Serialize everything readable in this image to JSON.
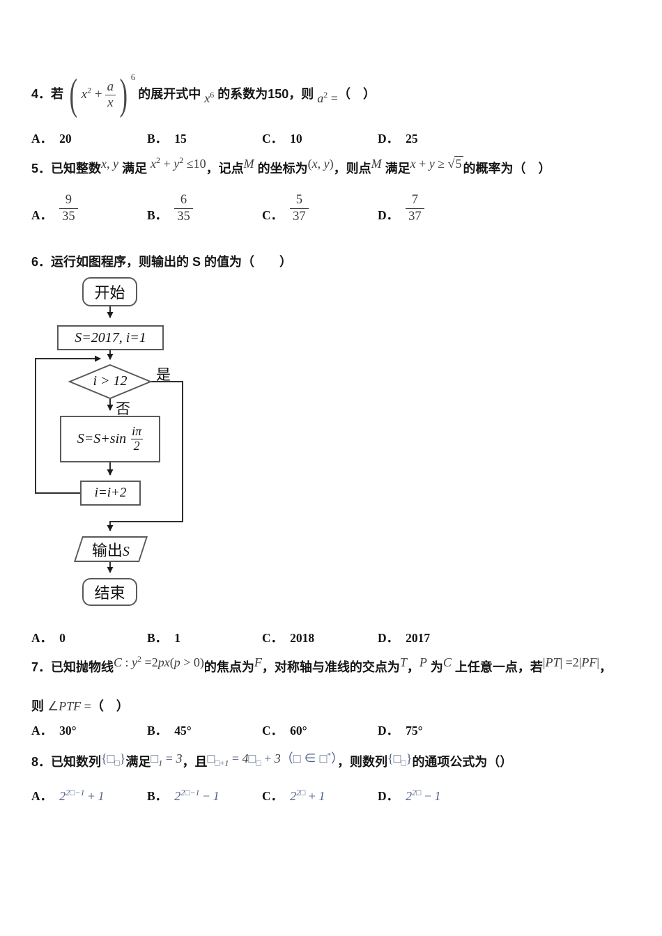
{
  "q4": {
    "stem_pre": "4．若",
    "formula": {
      "open": "(",
      "close": ")",
      "term_html": "<i>x</i><sup>2</sup> +",
      "frac_num": "a",
      "frac_den": "x",
      "exp": "6"
    },
    "stem_mid_html": "的展开式中 <span class='ml'><i>x</i><sup>6</sup></span> 的系数为150，则 <span class='ml'><i>a</i><sup>2</sup> =</span>（　）",
    "options": [
      {
        "label": "A．",
        "value": "20"
      },
      {
        "label": "B．",
        "value": "15"
      },
      {
        "label": "C．",
        "value": "10"
      },
      {
        "label": "D．",
        "value": "25"
      }
    ]
  },
  "q5": {
    "stem_html": "5．已知整数<span class='mr'><i>x</i>, <i>y</i></span> 满足 <span class='mr'><i>x</i><sup>2</sup> + <i>y</i><sup>2</sup> ≤10</span>，记点<span class='mr'><i>M</i></span> 的坐标为<span class='mr'>(<i>x</i>, <i>y</i>)</span>，则点<span class='mr'><i>M</i></span> 满足<span class='mr'><i>x</i> + <i>y</i> ≥ √<span class='rad'>5</span></span>的概率为（　）",
    "options": [
      {
        "label": "A．",
        "num": "9",
        "den": "35"
      },
      {
        "label": "B．",
        "num": "6",
        "den": "35"
      },
      {
        "label": "C．",
        "num": "5",
        "den": "37"
      },
      {
        "label": "D．",
        "num": "7",
        "den": "37"
      }
    ]
  },
  "q6": {
    "stem": "6．运行如图程序，则输出的 S 的值为（　　）",
    "options": [
      {
        "label": "A．",
        "value": "0"
      },
      {
        "label": "B．",
        "value": "1"
      },
      {
        "label": "C．",
        "value": "2018"
      },
      {
        "label": "D．",
        "value": "2017"
      }
    ]
  },
  "flowchart": {
    "start": "开始",
    "init_html": "<i>S</i>=2017, <i>i</i>=1",
    "cond_html": "<i>i</i> &gt; 12",
    "yes": "是",
    "no": "否",
    "body_pre_html": "<i>S</i>=<i>S</i>+<i>sin</i>",
    "body_frac_num_html": "<i>i</i>π",
    "body_frac_den": "2",
    "incr_html": "<i>i</i>=<i>i</i>+2",
    "output_html": "输出<i>S</i>",
    "end": "结束"
  },
  "q7": {
    "stem1_html": "7．已知抛物线<span class='mr'><i>C</i> : <i>y</i><sup>2</sup> =2<i>px</i>(<i>p</i> &gt; 0)</span>的焦点为<span class='mr'><i>F</i></span>，对称轴与准线的交点为<span class='mr'><i>T</i></span>，<span class='mr'><i>P</i></span> 为<span class='mr'><i>C</i></span> 上任意一点，若<span class='mr'>|<i>PT</i>| =2|<i>PF</i>|</span>，",
    "stem2_html": "则 <span class='mr' style='top:0'>∠<i>PTF</i> =</span>（　）",
    "options": [
      {
        "label": "A．",
        "value": "30°"
      },
      {
        "label": "B．",
        "value": "45°"
      },
      {
        "label": "C．",
        "value": "60°"
      },
      {
        "label": "D．",
        "value": "75°"
      }
    ]
  },
  "q8": {
    "stem_html": "8．已知数列<span class='mb'>{□<sub>□</sub>}</span>满足<span class='mb'>□<sub><i>1</i></sub> = <i>3</i></span>，且<span class='mb'>□<sub>□+<i>1</i></sub> = <i>4</i>□<sub>□</sub> + <i>3</i>（□ ∈ □<sup>*</sup>）</span>，则数列<span class='mb'>{□<sub>□</sub>}</span>的通项公式为（）",
    "options": [
      {
        "label": "A．",
        "value_html": "<i>2</i><sup><i>2</i>□<i>−1</i></sup> + <i>1</i>"
      },
      {
        "label": "B．",
        "value_html": "<i>2</i><sup><i>2</i>□<i>−1</i></sup> − <i>1</i>"
      },
      {
        "label": "C．",
        "value_html": "<i>2</i><sup><i>2</i>□</sup> + <i>1</i>"
      },
      {
        "label": "D．",
        "value_html": "<i>2</i><sup><i>2</i>□</sup> − <i>1</i>"
      }
    ]
  }
}
